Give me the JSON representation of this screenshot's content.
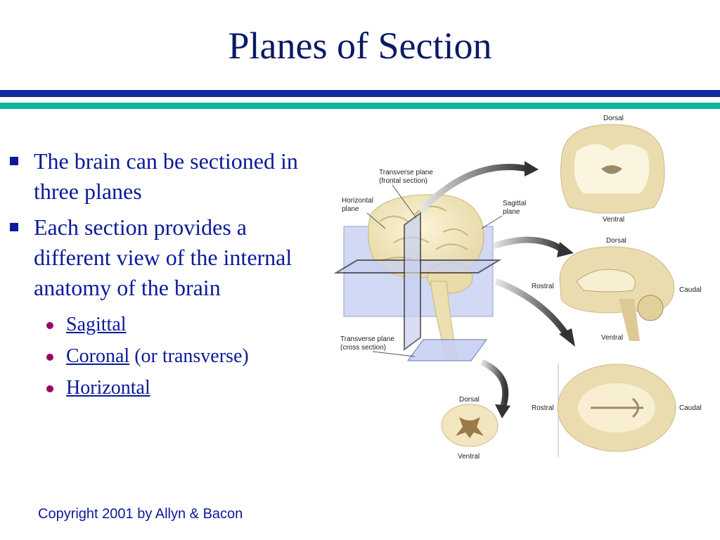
{
  "title": "Planes of Section",
  "bullets": [
    {
      "text": "The brain can be sectioned in three planes"
    },
    {
      "text": "Each section provides a different view of the internal anatomy of the brain"
    }
  ],
  "sub_bullets": [
    {
      "link": "Sagittal",
      "suffix": ""
    },
    {
      "link": "Coronal",
      "suffix": " (or transverse)"
    },
    {
      "link": "Horizontal",
      "suffix": ""
    }
  ],
  "copyright": "Copyright 2001 by Allyn & Bacon",
  "figure": {
    "labels": {
      "transverse_frontal_1": "Transverse plane",
      "transverse_frontal_2": "(frontal section)",
      "horizontal_1": "Horizontal",
      "horizontal_2": "plane",
      "sagittal_1": "Sagittal",
      "sagittal_2": "plane",
      "transverse_cross_1": "Transverse plane",
      "transverse_cross_2": "(cross section)"
    },
    "coronal": {
      "top": "Dorsal",
      "bottom": "Ventral"
    },
    "sagittal": {
      "top": "Dorsal",
      "bottom": "Ventral",
      "left": "Rostral",
      "right": "Caudal"
    },
    "horizontal": {
      "left": "Rostral",
      "right": "Caudal"
    },
    "spinal": {
      "top": "Dorsal",
      "bottom": "Ventral"
    }
  },
  "colors": {
    "title": "#0a1a66",
    "text": "#0a1a99",
    "bar_blue": "#1428a0",
    "bar_teal": "#0fb39c",
    "sub_bullet": "#990066"
  }
}
